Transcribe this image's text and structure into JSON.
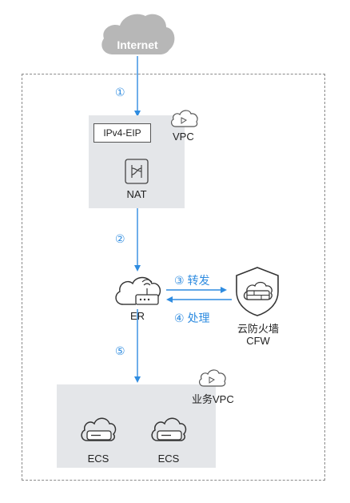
{
  "internet": {
    "label": "Internet"
  },
  "steps": {
    "s1": "①",
    "s2": "②",
    "s3": "③ 转发",
    "s4": "④ 处理",
    "s5": "⑤"
  },
  "vpc": {
    "label": "VPC",
    "eip": "IPv4-EIP",
    "nat": "NAT"
  },
  "er": {
    "label": "ER"
  },
  "cfw": {
    "line1": "云防火墙",
    "line2": "CFW"
  },
  "business_vpc": {
    "label": "业务VPC",
    "ecs1": "ECS",
    "ecs2": "ECS"
  },
  "colors": {
    "arrow": "#2f8ce0",
    "cloud_gray": "#b7b7b7",
    "panel": "#e4e6e9",
    "icon_stroke": "#333333"
  }
}
